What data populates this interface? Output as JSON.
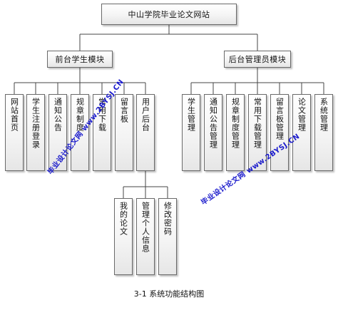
{
  "root": "中山学院毕业论文网站",
  "front": {
    "title": "前台学生模块",
    "items": [
      "网站首页",
      "学生注册登录",
      "通知公告",
      "规章制度",
      "常用下载",
      "留言板",
      "用户后台"
    ]
  },
  "back": {
    "title": "后台管理员模块",
    "items": [
      "学生管理",
      "通知公告管理",
      "规章制度管理",
      "常用下载管理",
      "留言板管理",
      "论文管理",
      "系统管理"
    ]
  },
  "user_backend": {
    "items": [
      "我的论文",
      "管理个人信息",
      "修改密码"
    ]
  },
  "caption": "3-1 系统功能结构图",
  "watermarks": [
    "毕业设计论文网",
    "www.2BYSJ.CN"
  ],
  "colors": {
    "border": "#6a6a6a",
    "line": "#444444",
    "watermark": "#1a1acc"
  }
}
